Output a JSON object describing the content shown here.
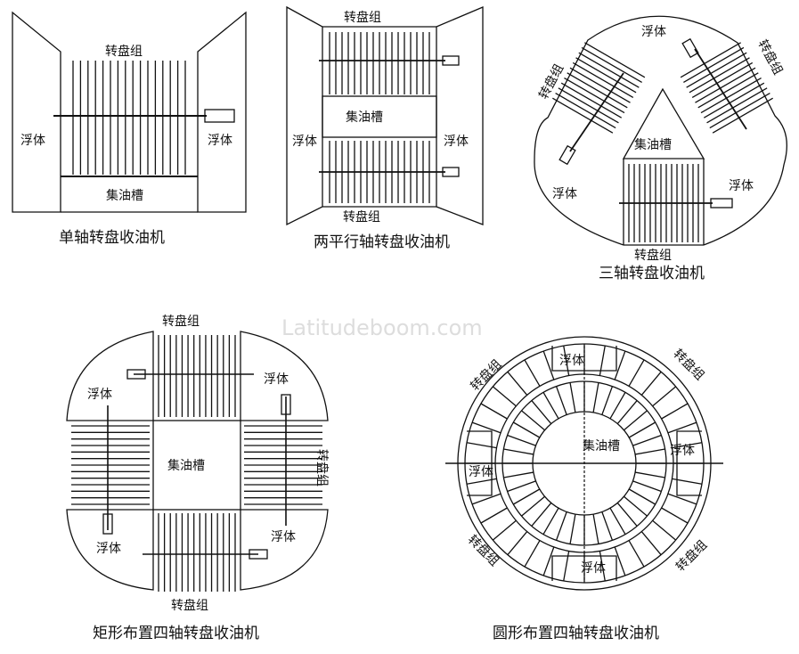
{
  "labels": {
    "disc_group": "转盘组",
    "float": "浮体",
    "oil_tank": "集油槽"
  },
  "captions": {
    "single_axis": "单轴转盘收油机",
    "two_parallel": "两平行轴转盘收油机",
    "three_axis": "三轴转盘收油机",
    "rect_four": "矩形布置四轴转盘收油机",
    "round_four": "圆形布置四轴转盘收油机"
  },
  "watermark": "Latitudeboom.com"
}
